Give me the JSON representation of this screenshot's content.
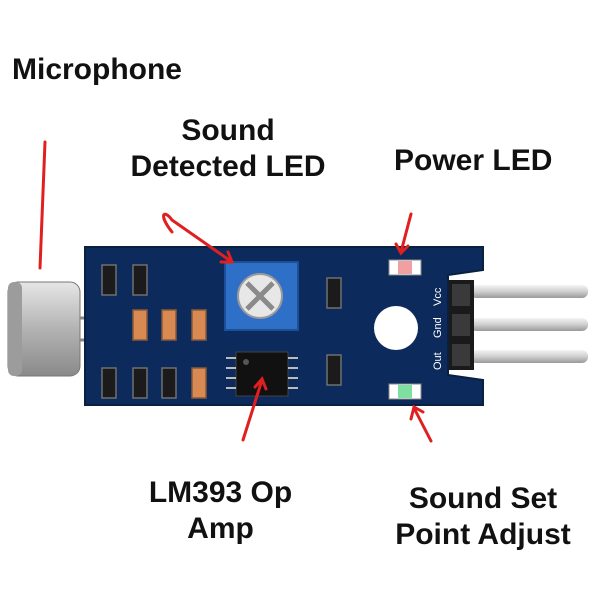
{
  "labels": {
    "microphone": "Microphone",
    "sound_detected_led_line1": "Sound",
    "sound_detected_led_line2": "Detected LED",
    "power_led": "Power LED",
    "op_amp_line1": "LM393 Op",
    "op_amp_line2": "Amp",
    "set_point_line1": "Sound Set",
    "set_point_line2": "Point Adjust"
  },
  "pins": {
    "vcc": "Vcc",
    "gnd": "Gnd",
    "out": "Out"
  },
  "colors": {
    "pcb": "#0d2a5c",
    "pcb_edge": "#09203f",
    "arrow": "#e02020",
    "potentiometer": "#2e6fc7",
    "smd_orange": "#d98a52",
    "chip": "#111111",
    "led_red": "#f0a0a0",
    "led_green": "#7ee0a0",
    "mic_body": "#b8b8b8",
    "pin_metal": "#d8d8d8"
  }
}
